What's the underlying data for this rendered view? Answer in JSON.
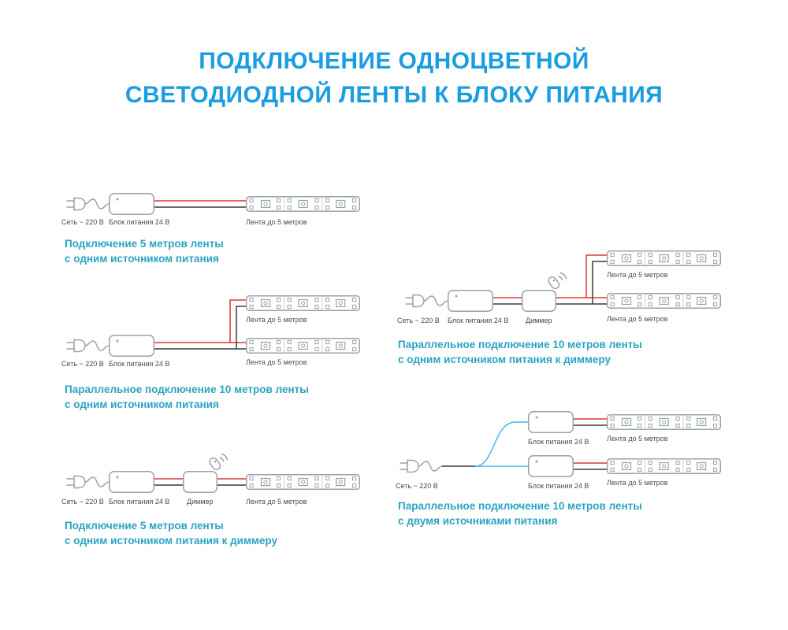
{
  "title": {
    "line1": "ПОДКЛЮЧЕНИЕ ОДНОЦВЕТНОЙ",
    "line2": "СВЕТОДИОДНОЙ ЛЕНТЫ К БЛОКУ ПИТАНИЯ"
  },
  "labels": {
    "mains": "Сеть ~ 220 В",
    "psu": "Блок питания 24 В",
    "dimmer": "Диммер",
    "strip": "Лента до 5 метров"
  },
  "diagrams": {
    "d1": {
      "caption1": "Подключение 5 метров ленты",
      "caption2": "с одним источником питания"
    },
    "d2": {
      "caption1": "Параллельное подключение 10 метров ленты",
      "caption2": "с одним источником питания"
    },
    "d3": {
      "caption1": "Подключение 5 метров ленты",
      "caption2": "с одним источником питания к диммеру"
    },
    "d4": {
      "caption1": "Параллельное подключение 10 метров ленты",
      "caption2": "с одним источником питания к диммеру"
    },
    "d5": {
      "caption1": "Параллельное подключение 10 метров ленты",
      "caption2": "с двумя источниками питания"
    }
  },
  "colors": {
    "title_blue": "#1b9de1",
    "caption_teal": "#2ba4c2",
    "wire_red": "#e2372b",
    "wire_black": "#3b3b3b",
    "wire_blue": "#43b9e8",
    "component_outline": "#9aa3aa"
  },
  "icons": {
    "plug": "power-plug-icon",
    "psu": "power-supply-box",
    "dimmer": "dimmer-box",
    "remote": "remote-control-icon",
    "strip": "led-strip"
  }
}
